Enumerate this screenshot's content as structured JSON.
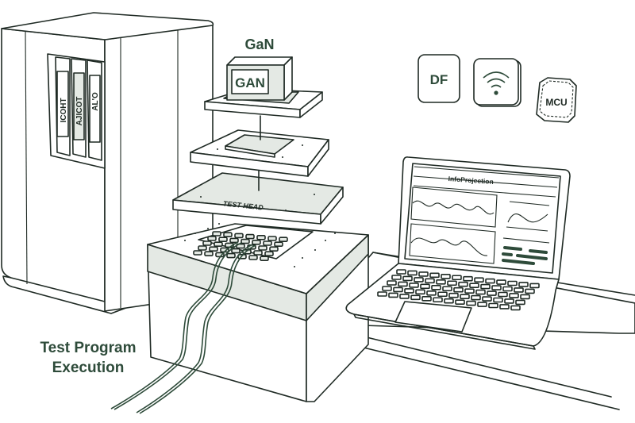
{
  "diagram": {
    "title": "Semiconductor test setup illustration",
    "accent_color": "#2e4b3a",
    "line_color": "#1f2a24",
    "panel_fill": "#e4e9e4"
  },
  "labels": {
    "device_label": "GaN",
    "chip_label": "GAN",
    "test_head_label": "TEST HEAD",
    "caption_line1": "Test Program",
    "caption_line2": "Execution"
  },
  "cabinet": {
    "cards": [
      {
        "label": "ICOHT"
      },
      {
        "label": "AJICOT"
      },
      {
        "label": "AL'O"
      }
    ]
  },
  "icons": {
    "df_label": "DF",
    "wifi_name": "wifi-icon",
    "mcu_label": "MCU"
  },
  "laptop": {
    "screen_title": "InfoProjection"
  }
}
